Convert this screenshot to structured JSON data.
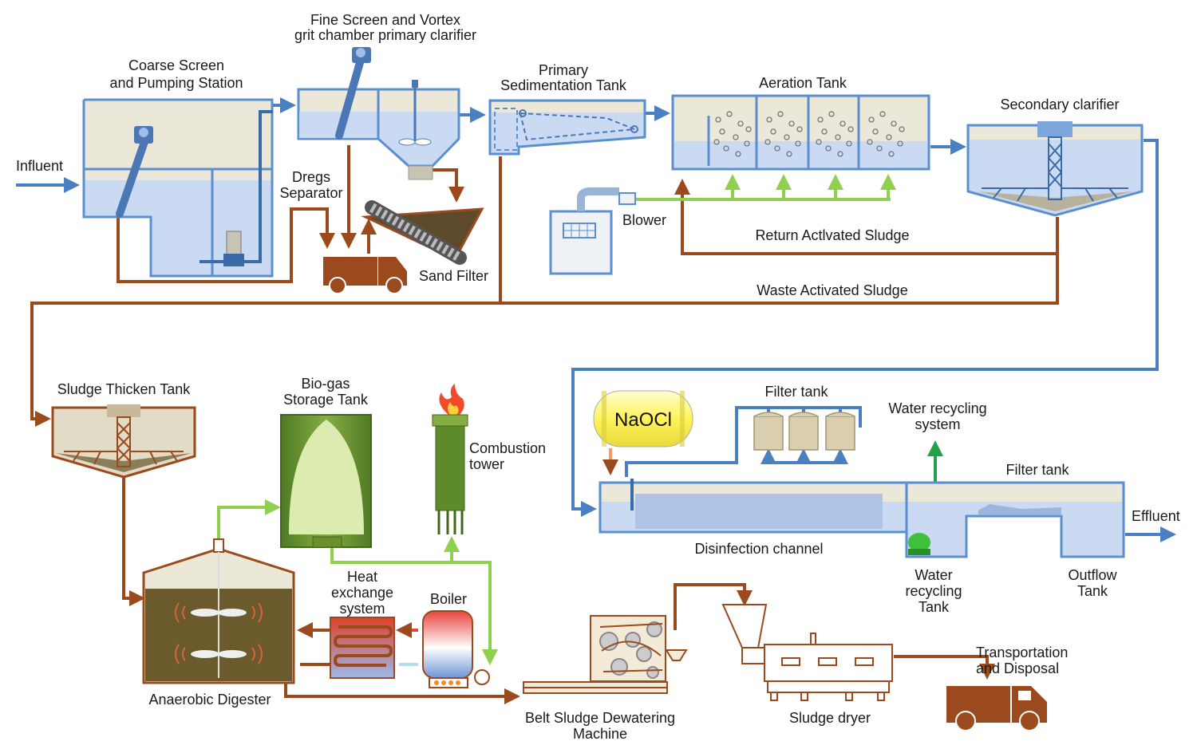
{
  "labels": {
    "influent": "Influent",
    "coarse_screen_1": "Coarse Screen",
    "coarse_screen_2": "and Pumping Station",
    "fine_screen_1": "Fine Screen and Vortex",
    "fine_screen_2": "grit chamber primary clarifier",
    "primary_sed_1": "Primary",
    "primary_sed_2": "Sedimentation Tank",
    "aeration": "Aeration Tank",
    "secondary": "Secondary clarifier",
    "dregs_1": "Dregs",
    "dregs_2": "Separator",
    "sand_filter": "Sand Filter",
    "blower": "Blower",
    "return_sludge": "Return Actlvated Sludge",
    "waste_sludge": "Waste Activated Sludge",
    "thicken": "Sludge Thicken Tank",
    "biogas_1": "Bio-gas",
    "biogas_2": "Storage Tank",
    "combustion_1": "Combustion",
    "combustion_2": "tower",
    "naocl": "NaOCl",
    "filter_tank_top": "Filter tank",
    "water_recycling_1": "Water recycling",
    "water_recycling_2": "system",
    "filter_tank_right": "Filter tank",
    "effluent": "Effluent",
    "disinfection": "Disinfection channel",
    "wr_tank_1": "Water",
    "wr_tank_2": "recycling",
    "wr_tank_3": "Tank",
    "outflow_1": "Outflow",
    "outflow_2": "Tank",
    "heat_1": "Heat",
    "heat_2": "exchange",
    "heat_3": "system",
    "boiler": "Boiler",
    "anaerobic": "Anaerobic Digester",
    "belt_1": "Belt Sludge Dewatering",
    "belt_2": "Machine",
    "dryer": "Sludge dryer",
    "transport_1": "Transportation",
    "transport_2": "and Disposal"
  },
  "colors": {
    "water_line": "#4a7fc1",
    "sludge_line": "#9a4a1c",
    "air_line": "#8fd14f",
    "tank_wall": "#5b8fcf",
    "water_fill": "#c9daf2",
    "sludge_fill": "#6b5a2b",
    "naocl_fill": "#fff37a"
  }
}
